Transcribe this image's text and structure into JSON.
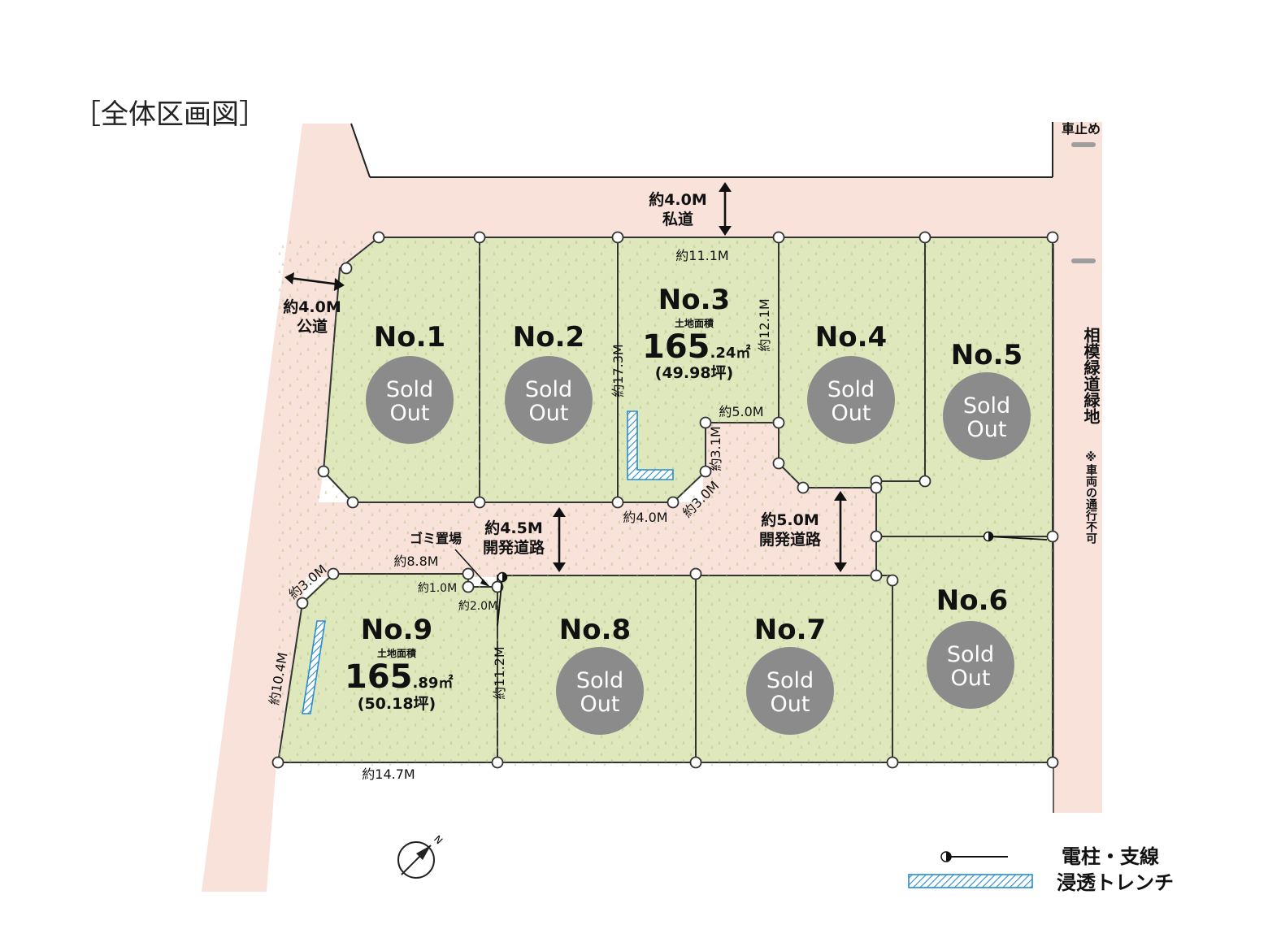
{
  "title": "［全体区画図］",
  "lots": [
    {
      "no": "No.1",
      "status": "Sold Out",
      "sold_line1": "Sold",
      "sold_line2": "Out"
    },
    {
      "no": "No.2",
      "status": "Sold Out",
      "sold_line1": "Sold",
      "sold_line2": "Out"
    },
    {
      "no": "No.3",
      "area_label": "土地面積",
      "area_int": "165",
      "area_dec": ".24㎡",
      "tsubo": "(49.98坪)"
    },
    {
      "no": "No.4",
      "status": "Sold Out",
      "sold_line1": "Sold",
      "sold_line2": "Out"
    },
    {
      "no": "No.5",
      "status": "Sold Out",
      "sold_line1": "Sold",
      "sold_line2": "Out"
    },
    {
      "no": "No.6",
      "status": "Sold Out",
      "sold_line1": "Sold",
      "sold_line2": "Out"
    },
    {
      "no": "No.7",
      "status": "Sold Out",
      "sold_line1": "Sold",
      "sold_line2": "Out"
    },
    {
      "no": "No.8",
      "status": "Sold Out",
      "sold_line1": "Sold",
      "sold_line2": "Out"
    },
    {
      "no": "No.9",
      "area_label": "土地面積",
      "area_int": "165",
      "area_dec": ".89㎡",
      "tsubo": "(50.18坪)"
    }
  ],
  "roads": {
    "private_width": "約4.0M",
    "private_name": "私道",
    "public_width": "約4.0M",
    "public_name": "公道",
    "dev1_width": "約4.5M",
    "dev1_name": "開発道路",
    "dev2_width": "約5.0M",
    "dev2_name": "開発道路",
    "green_name": "相模緑道緑地",
    "green_note": "※車両の通行不可",
    "bollard": "車止め",
    "garbage": "ゴミ置場"
  },
  "dimensions": {
    "d_11_1": "約11.1M",
    "d_12_1": "約12.1M",
    "d_17_3": "約17.3M",
    "d_5_0": "約5.0M",
    "d_3_1": "約3.1M",
    "d_4_0": "約4.0M",
    "d_3_0a": "約3.0M",
    "d_8_8": "約8.8M",
    "d_3_0b": "約3.0M",
    "d_1_0": "約1.0M",
    "d_2_0": "約2.0M",
    "d_10_4": "約10.4M",
    "d_11_2": "約11.2M",
    "d_14_7": "約14.7M"
  },
  "compass": {
    "label": "N"
  },
  "legend": {
    "pole": "電柱・支線",
    "trench": "浸透トレンチ"
  },
  "colors": {
    "lot_fill": "#dfe8bd",
    "road_fill": "#f8e2da",
    "sold_out_circle": "#8b8b8b",
    "trench_stroke": "#2a8ccf"
  }
}
